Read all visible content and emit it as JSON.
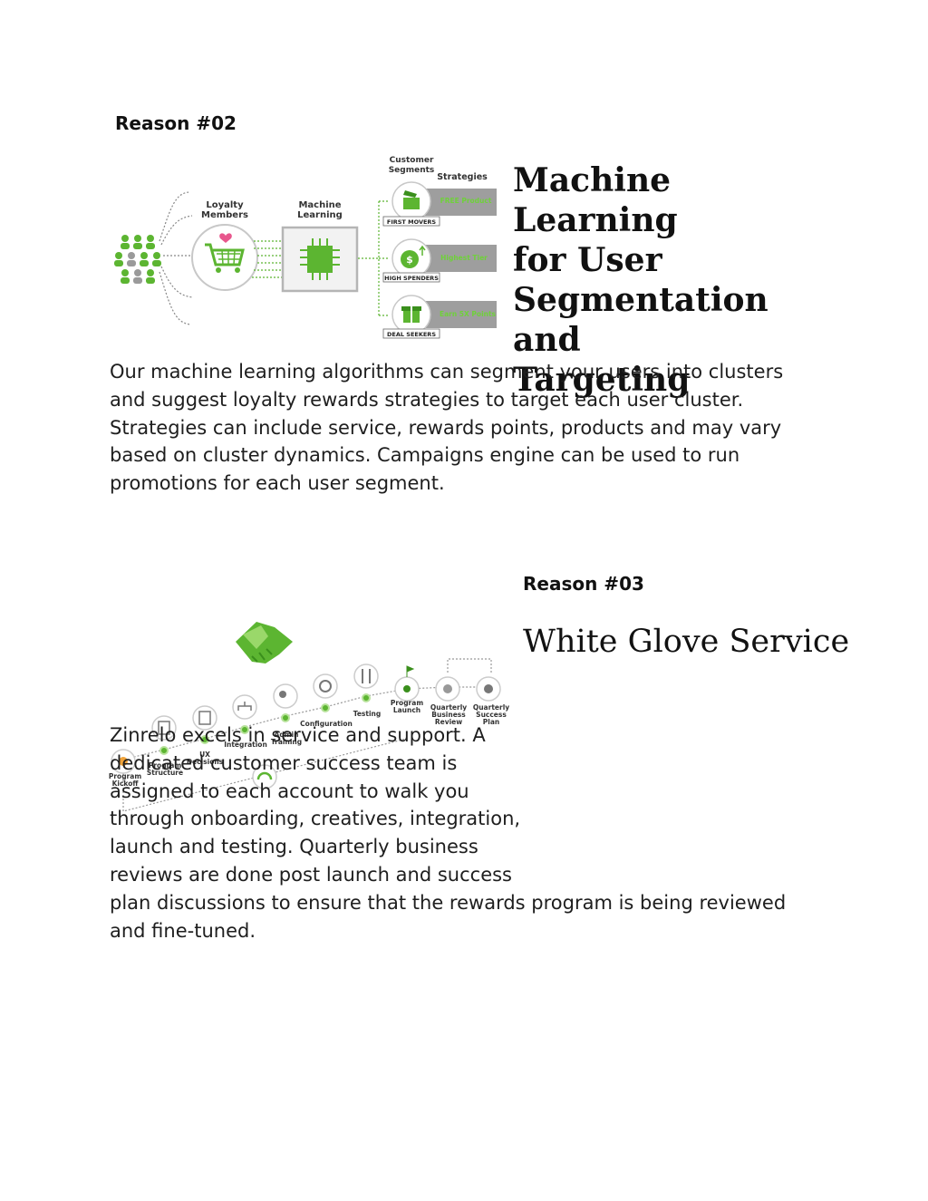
{
  "sections": [
    {
      "reason_label": "Reason #02",
      "title_line1": "Machine Learning",
      "title_line2": "for User",
      "title_line3": "Segmentation and",
      "title_line4": "Targeting",
      "paragraph": "Our machine learning algorithms can segment your users into clusters and suggest loyalty rewards strategies to target each user cluster. Strategies can include service, rewards points, products and may vary based on cluster dynamics. Campaigns engine can be used to run promotions for each user segment.",
      "diagram": {
        "label_loyalty": "Loyalty",
        "label_members": "Members",
        "label_machine": "Machine",
        "label_learning": "Learning",
        "label_customer": "Customer",
        "label_segments": "Segments",
        "label_strategies": "Strategies",
        "segments": [
          {
            "name": "FIRST MOVERS",
            "strategy": "FREE Product"
          },
          {
            "name": "HIGH SPENDERS",
            "strategy": "Highest Tier"
          },
          {
            "name": "DEAL SEEKERS",
            "strategy": "Earn 5X Points"
          }
        ]
      }
    },
    {
      "reason_label": "Reason #03",
      "title": "White Glove Service",
      "paragraph": "Zinrelo excels in service and support. A dedicated customer success team is assigned to each account to walk you through onboarding, creatives, integration, launch and testing. Quarterly business reviews are done post launch and success plan discussions to ensure that the rewards program is being reviewed and fine-tuned.",
      "roadmap": {
        "steps": [
          {
            "l1": "Program",
            "l2": "Kickoff",
            "l3": ""
          },
          {
            "l1": "Program",
            "l2": "Structure",
            "l3": ""
          },
          {
            "l1": "UX",
            "l2": "Decisions",
            "l3": ""
          },
          {
            "l1": "Integration",
            "l2": "",
            "l3": ""
          },
          {
            "l1": "Admin",
            "l2": "Training",
            "l3": ""
          },
          {
            "l1": "Configuration",
            "l2": "",
            "l3": ""
          },
          {
            "l1": "Testing",
            "l2": "",
            "l3": ""
          },
          {
            "l1": "Program",
            "l2": "Launch",
            "l3": ""
          },
          {
            "l1": "Quarterly",
            "l2": "Business",
            "l3": "Review"
          },
          {
            "l1": "Quarterly",
            "l2": "Success",
            "l3": "Plan"
          }
        ]
      }
    }
  ],
  "colors": {
    "accent_green": "#5cb531",
    "dark_green": "#3a8f1c",
    "gray": "#9a9a9a",
    "text": "#1e1e1e"
  }
}
